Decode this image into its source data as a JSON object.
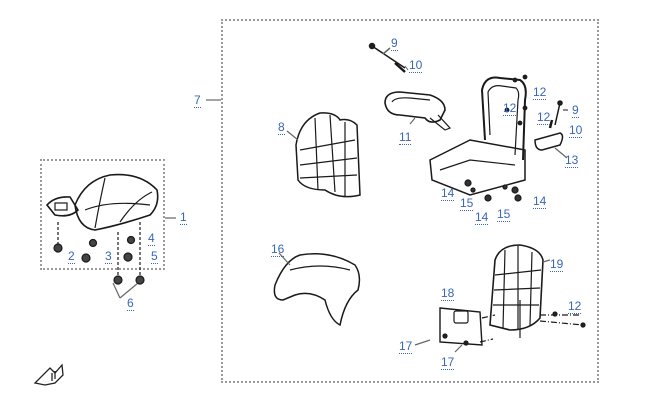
{
  "diagram": {
    "title": "Seat assembly exploded view",
    "callouts": {
      "c1": "1",
      "c2": "2",
      "c3": "3",
      "c4": "4",
      "c5": "5",
      "c6": "6",
      "c7": "7",
      "c8": "8",
      "c9a": "9",
      "c10a": "10",
      "c11": "11",
      "c12a": "12",
      "c12b": "12",
      "c12c": "12",
      "c9b": "9",
      "c10b": "10",
      "c13": "13",
      "c14a": "14",
      "c15a": "15",
      "c14b": "14",
      "c15b": "15",
      "c14c": "14",
      "c16": "16",
      "c17a": "17",
      "c17b": "17",
      "c18": "18",
      "c19": "19",
      "c12d": "12"
    },
    "colors": {
      "callout": "#3a66b8",
      "line": "#1a1a1a",
      "box": "#9a9a9a"
    },
    "icons": {
      "direction": "front-arrow-icon"
    }
  }
}
